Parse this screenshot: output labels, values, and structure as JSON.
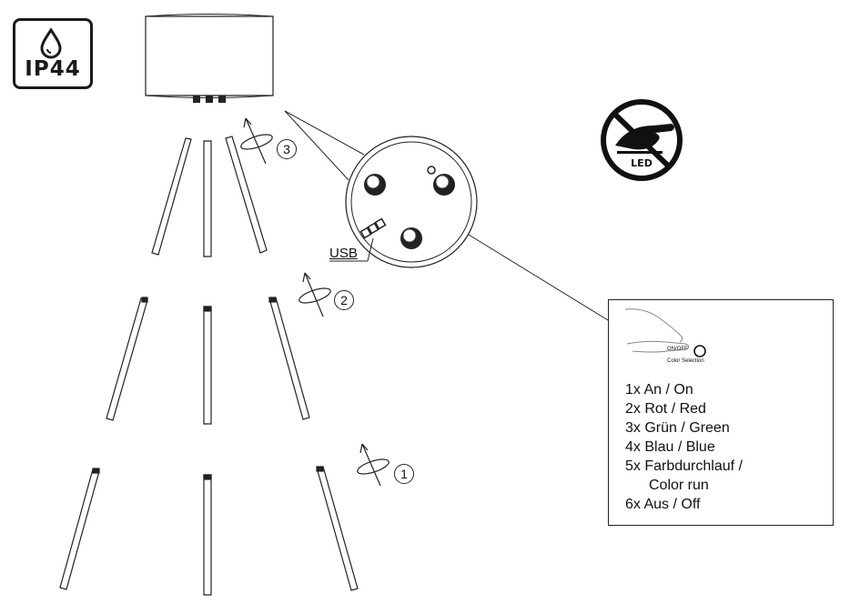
{
  "ip_badge": {
    "text": "IP44"
  },
  "led_warning": {
    "text": "LED"
  },
  "steps": [
    "3",
    "2",
    "1"
  ],
  "usb_label": "USB",
  "control_panel": {
    "button_label_1": "ON/OFF",
    "button_label_2": "Color Selection",
    "modes": [
      "1x An / On",
      "2x Rot / Red",
      "3x Grün / Green",
      "4x Blau / Blue",
      "5x Farbdurchlauf /",
      "Color run",
      "6x Aus / Off"
    ]
  }
}
